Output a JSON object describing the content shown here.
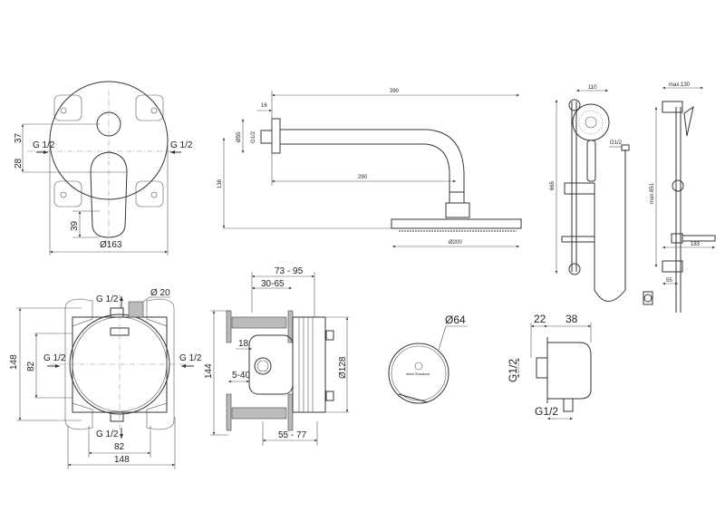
{
  "mixer_front": {
    "dim_37": "37",
    "dim_28": "28",
    "inlet_left": "G 1/2",
    "inlet_right": "G 1/2",
    "dim_39": "39",
    "diameter": "Ø163"
  },
  "shower_arm": {
    "length": "390",
    "flange_depth": "16",
    "flange_diameter": "Ø55",
    "thread": "G1/2",
    "drop": "136",
    "reach": "290",
    "head_diameter": "Ø200"
  },
  "rail_kit": {
    "width": "110",
    "height": "665",
    "hose_thread": "G1/2",
    "max_projection": "max.130",
    "max_height": "max.851",
    "tray_depth": "183",
    "bracket_depth": "55"
  },
  "box_front": {
    "height": "148",
    "inner_height": "82",
    "outlet_top": "G 1/2",
    "outlet_bottom": "G 1/2",
    "inlet_left": "G 1/2",
    "inlet_right": "G 1/2",
    "pipe_diameter": "Ø 20",
    "inner_width": "82",
    "width": "148"
  },
  "box_side": {
    "depth_range": "73 - 95",
    "inner_range": "30-65",
    "height": "144",
    "offset": "18",
    "plaster_range": "5-40",
    "mount_range": "55 - 77",
    "diameter": "Ø128"
  },
  "rosette": {
    "diameter": "Ø64",
    "brand": "Ideal Standard"
  },
  "wall_outlet": {
    "width_a": "22",
    "width_b": "38",
    "thread_vertical": "G1/2",
    "thread_bottom": "G1/2"
  }
}
